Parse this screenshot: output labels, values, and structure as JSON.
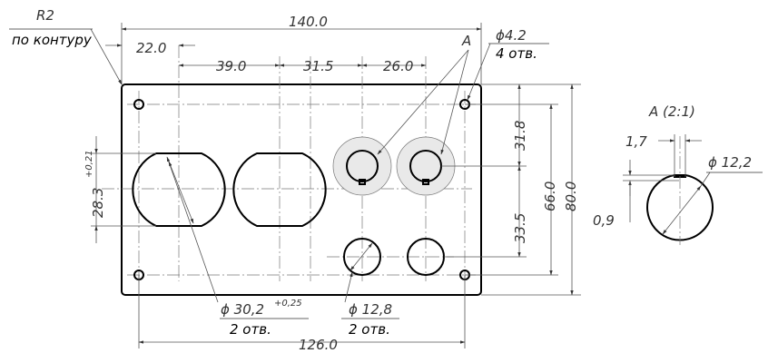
{
  "drawing": {
    "note_radius": "R2",
    "note_contour": "по контуру",
    "dim_total_width": "140.0",
    "dim_offset_1": "22.0",
    "dim_spacing_1": "39.0",
    "dim_spacing_2": "31.5",
    "dim_spacing_3": "26.0",
    "view_mark": "A",
    "small_hole_dia": "ϕ4.2",
    "small_hole_count": "4 отв.",
    "dim_upper_vertical": "31.8",
    "dim_lower_vertical": "33.5",
    "dim_hole_pitch_height": "66.0",
    "dim_total_height": "80.0",
    "dim_oval_height": "28.3",
    "dim_oval_height_tol": "+0,21",
    "large_hole_dia": "ϕ 30,2",
    "large_hole_tol": "+0,25",
    "large_hole_count": "2 отв.",
    "mid_hole_dia": "ϕ 12,8",
    "mid_hole_count": "2 отв.",
    "dim_hole_pitch_width": "126.0",
    "detail_title": "A (2:1)",
    "detail_key_width": "1,7",
    "detail_dia": "ϕ 12,2",
    "detail_key_depth": "0,9"
  }
}
